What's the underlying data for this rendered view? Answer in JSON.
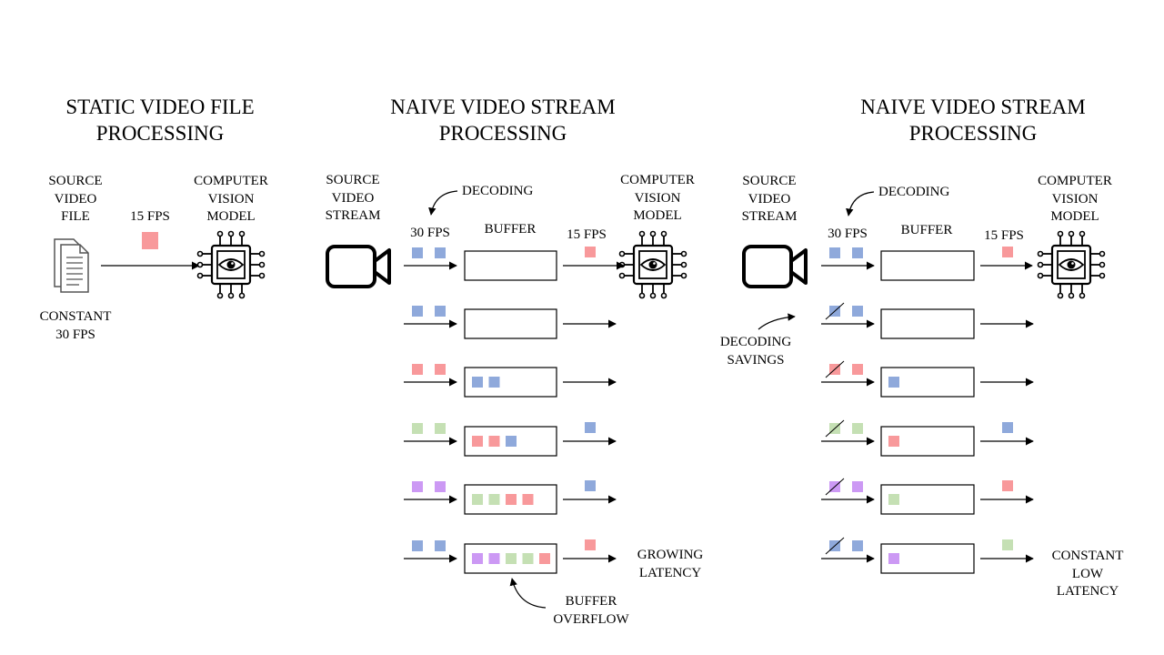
{
  "colors": {
    "blue": "#8fa9db",
    "red": "#f8999b",
    "green": "#c5e0b4",
    "purple": "#cc99f4",
    "stroke": "#000000"
  },
  "panel1": {
    "title": "STATIC VIDEO FILE\nPROCESSING",
    "source_label": "SOURCE\nVIDEO\nFILE",
    "source_icon": "document-stack-icon",
    "rate_label": "15 FPS",
    "model_label": "COMPUTER\nVISION\nMODEL",
    "model_icon": "ai-chip-eye-icon",
    "note": "CONSTANT\n30 FPS"
  },
  "panel2": {
    "title": "NAIVE VIDEO STREAM\nPROCESSING",
    "source_label": "SOURCE\nVIDEO\nSTREAM",
    "source_icon": "video-camera-icon",
    "decoding_label": "DECODING",
    "input_rate": "30 FPS",
    "buffer_label": "BUFFER",
    "output_rate": "15 FPS",
    "model_label": "COMPUTER\nVISION\nMODEL",
    "model_icon": "ai-chip-eye-icon",
    "latency_note": "GROWING\nLATENCY",
    "overflow_note": "BUFFER\nOVERFLOW",
    "rows": [
      {
        "incoming": [
          "blue",
          "blue"
        ],
        "buffer": [],
        "output": "red"
      },
      {
        "incoming": [
          "blue",
          "blue"
        ],
        "buffer": [],
        "output": null
      },
      {
        "incoming": [
          "red",
          "red"
        ],
        "buffer": [
          "blue",
          "blue"
        ],
        "output": null
      },
      {
        "incoming": [
          "green",
          "green"
        ],
        "buffer": [
          "red",
          "red",
          "blue"
        ],
        "output": "blue"
      },
      {
        "incoming": [
          "purple",
          "purple"
        ],
        "buffer": [
          "green",
          "green",
          "red",
          "red"
        ],
        "output": "blue"
      },
      {
        "incoming": [
          "blue",
          "blue"
        ],
        "buffer": [
          "purple",
          "purple",
          "green",
          "green",
          "red"
        ],
        "output": "red"
      }
    ]
  },
  "panel3": {
    "title": "NAIVE VIDEO STREAM\nPROCESSING",
    "source_label": "SOURCE\nVIDEO\nSTREAM",
    "source_icon": "video-camera-icon",
    "decoding_label": "DECODING",
    "input_rate": "30 FPS",
    "buffer_label": "BUFFER",
    "output_rate": "15 FPS",
    "model_label": "COMPUTER\nVISION\nMODEL",
    "model_icon": "ai-chip-eye-icon",
    "savings_note": "DECODING\nSAVINGS",
    "latency_note": "CONSTANT\nLOW\nLATENCY",
    "rows": [
      {
        "incoming": [
          "blue",
          "blue"
        ],
        "skipped_first": false,
        "buffer": [],
        "output": "red"
      },
      {
        "incoming": [
          "blue",
          "blue"
        ],
        "skipped_first": true,
        "buffer": [],
        "output": null
      },
      {
        "incoming": [
          "red",
          "red"
        ],
        "skipped_first": true,
        "buffer": [
          "blue"
        ],
        "output": null
      },
      {
        "incoming": [
          "green",
          "green"
        ],
        "skipped_first": true,
        "buffer": [
          "red"
        ],
        "output": "blue"
      },
      {
        "incoming": [
          "purple",
          "purple"
        ],
        "skipped_first": true,
        "buffer": [
          "green"
        ],
        "output": "red"
      },
      {
        "incoming": [
          "blue",
          "blue"
        ],
        "skipped_first": true,
        "buffer": [
          "purple"
        ],
        "output": "green"
      }
    ]
  }
}
